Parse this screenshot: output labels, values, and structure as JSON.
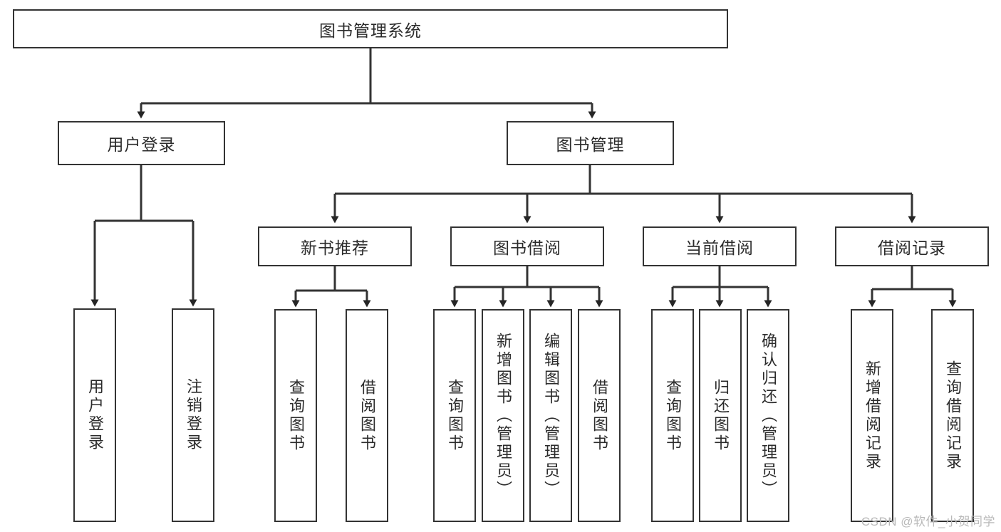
{
  "diagram": {
    "title": "图书管理系统",
    "type": "tree-hierarchy-chart",
    "colors": {
      "box_border": "#333333",
      "box_fill": "#ffffff",
      "line": "#333333",
      "text": "#2b2b2b",
      "watermark": "#b9b9b9"
    },
    "root": {
      "label": "图书管理系统"
    },
    "level2": [
      {
        "label": "用户登录"
      },
      {
        "label": "图书管理"
      }
    ],
    "level3": [
      {
        "label": "新书推荐"
      },
      {
        "label": "图书借阅"
      },
      {
        "label": "当前借阅"
      },
      {
        "label": "借阅记录"
      }
    ],
    "leaves": {
      "user_login": [
        {
          "label": "用户登录"
        },
        {
          "label": "注销登录"
        }
      ],
      "new_book_recommend": [
        {
          "label": "查询图书"
        },
        {
          "label": "借阅图书"
        }
      ],
      "book_borrow": [
        {
          "label": "查询图书"
        },
        {
          "label": "新增图书（管理员）"
        },
        {
          "label": "编辑图书（管理员）"
        },
        {
          "label": "借阅图书"
        }
      ],
      "current_borrow": [
        {
          "label": "查询图书"
        },
        {
          "label": "归还图书"
        },
        {
          "label": "确认归还（管理员）"
        }
      ],
      "borrow_record": [
        {
          "label": "新增借阅记录"
        },
        {
          "label": "查询借阅记录"
        }
      ]
    },
    "watermark": "CSDN @软件_小贺同学"
  }
}
